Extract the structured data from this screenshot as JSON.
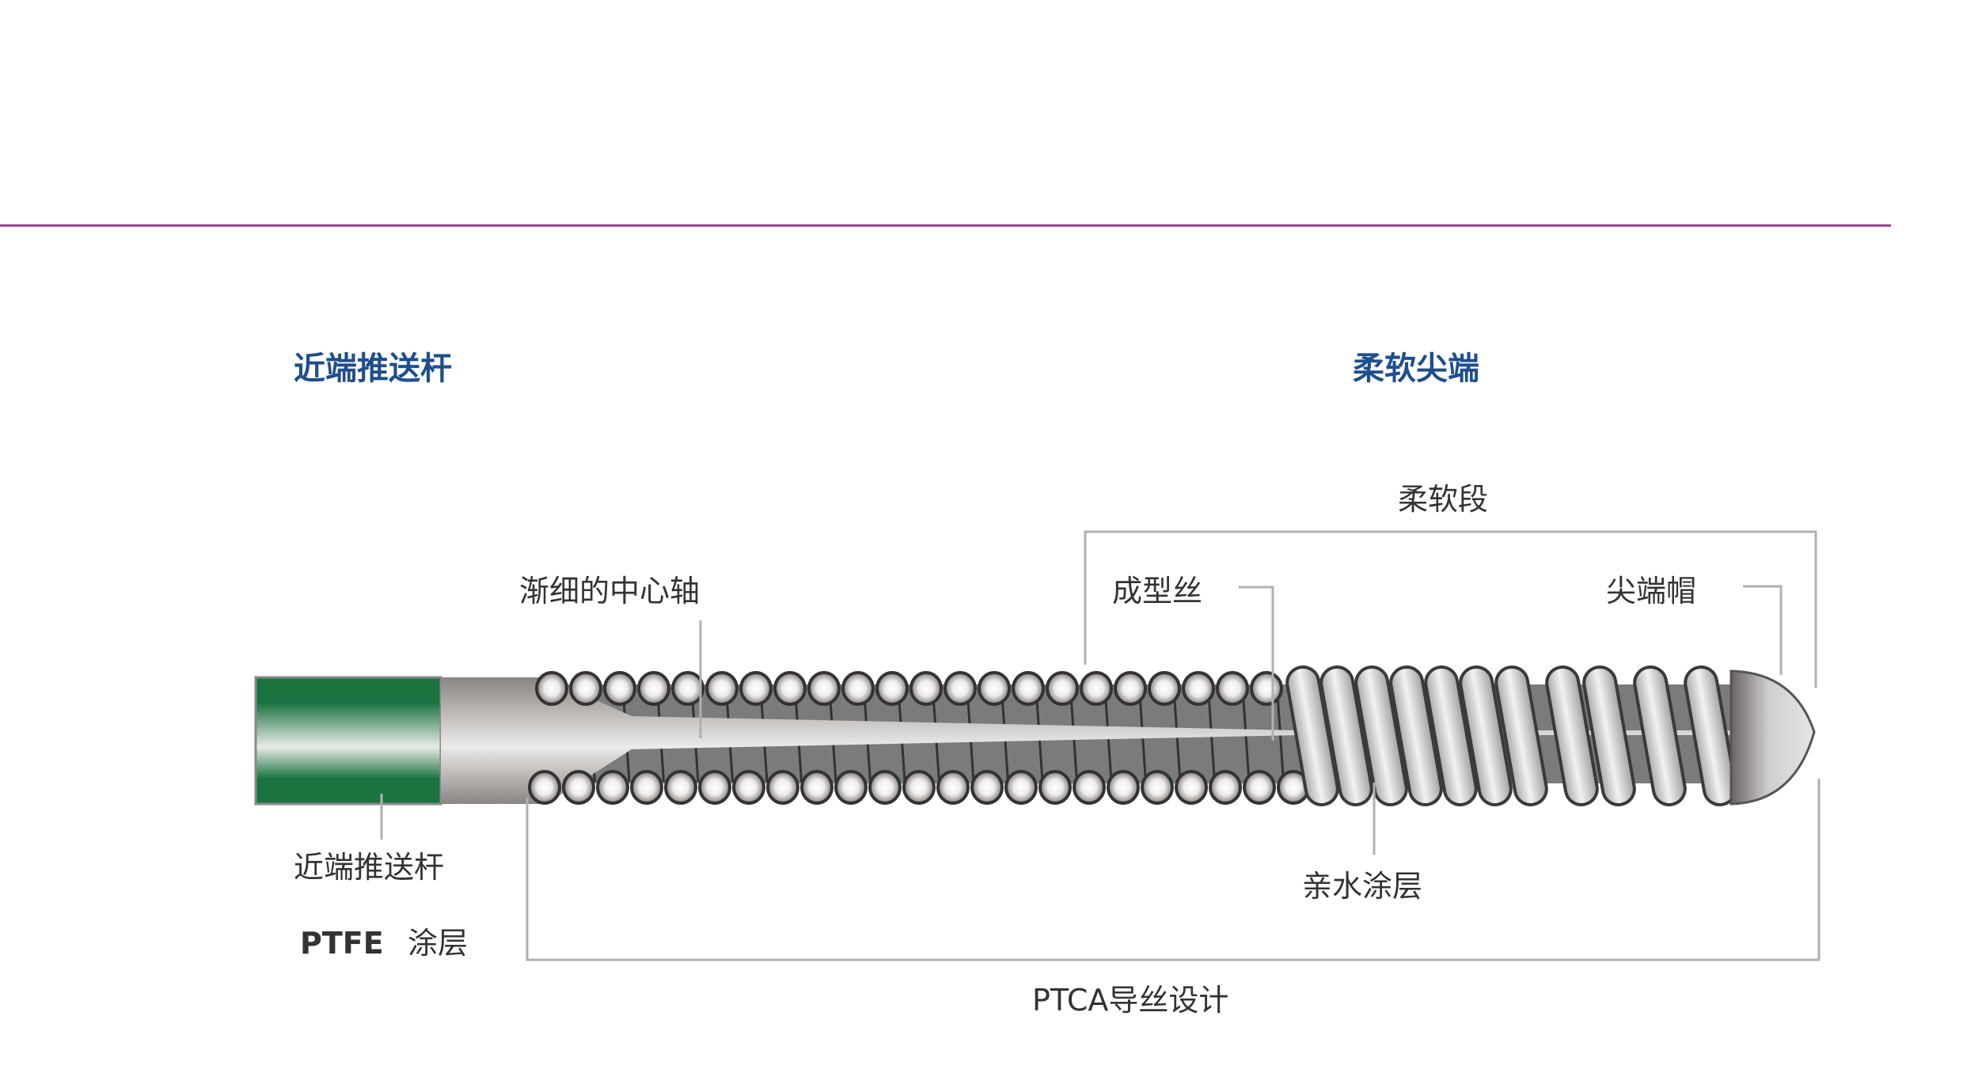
{
  "headings": {
    "proximal": "近端推送杆",
    "tip": "柔软尖端"
  },
  "labels": {
    "soft_segment": "柔软段",
    "tapered_core": "渐细的中心轴",
    "shaping_wire": "成型丝",
    "tip_cap": "尖端帽",
    "proximal_shaft": "近端推送杆",
    "ptfe": "PTFE",
    "coating": "涂层",
    "hydrophilic": "亲水涂层",
    "title": "PTCA导丝设计"
  },
  "colors": {
    "rule": "#8e3a8f",
    "heading": "#1f4e8c",
    "ptfe_green": "#1b7340",
    "bracket": "#b0b0b0"
  }
}
